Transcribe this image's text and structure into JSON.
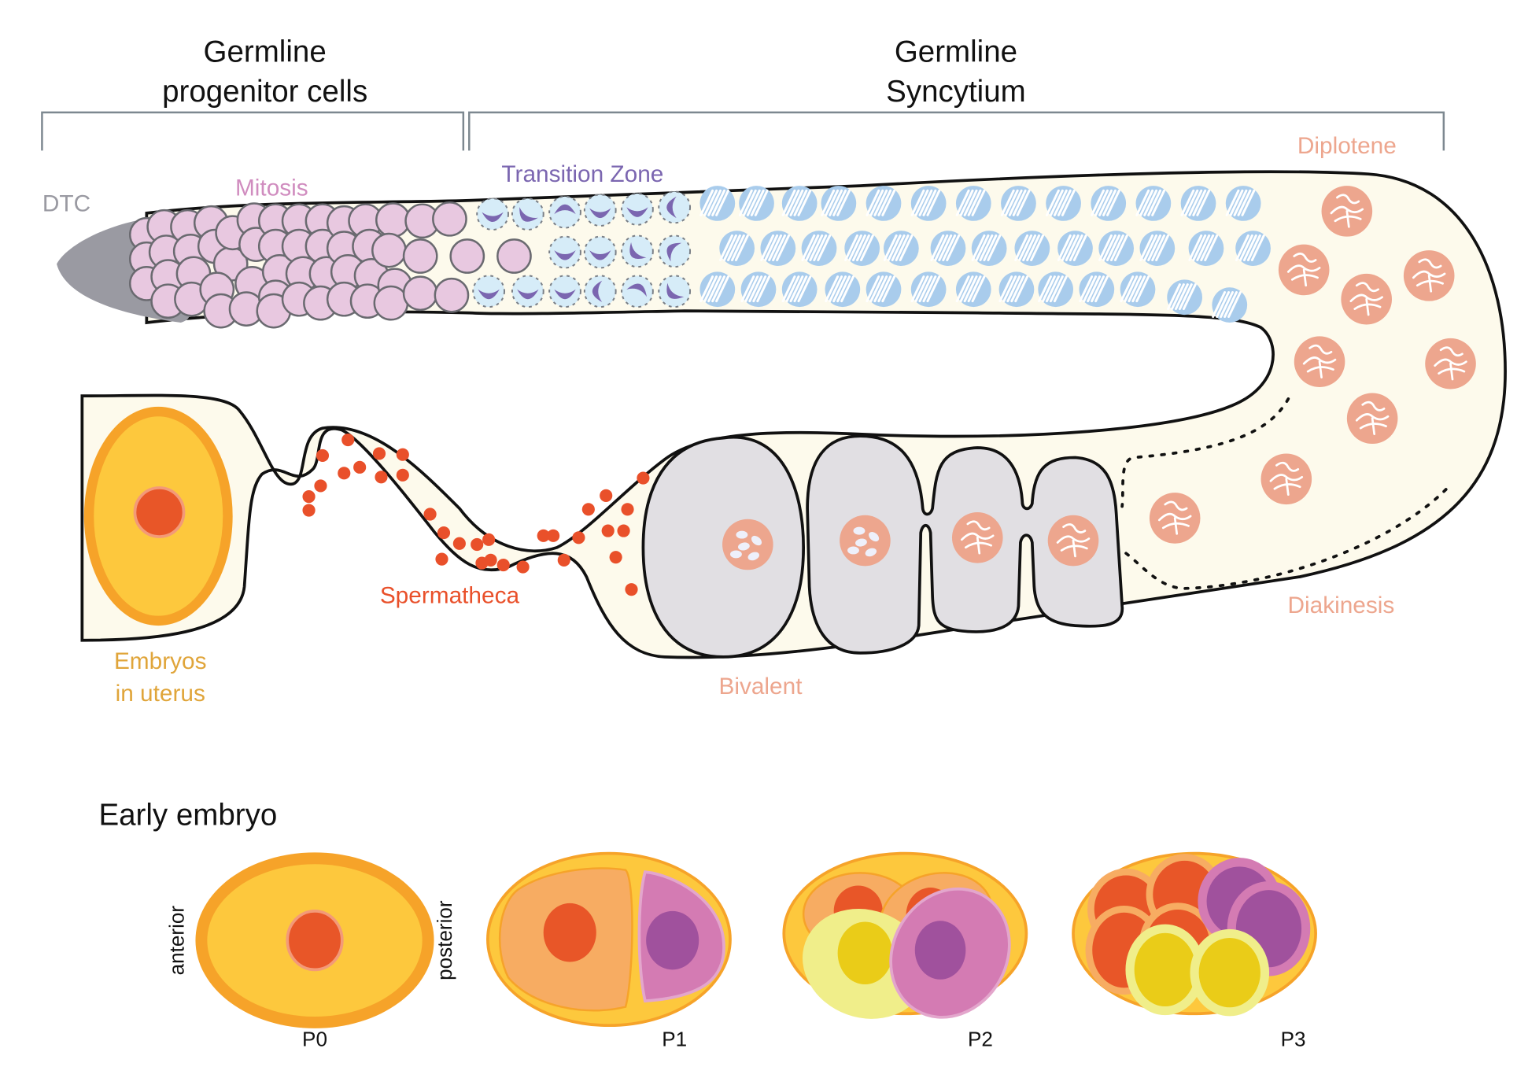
{
  "headers": {
    "progenitor": {
      "line1": "Germline",
      "line2": "progenitor cells"
    },
    "syncytium": {
      "line1": "Germline",
      "line2": "Syncytium"
    }
  },
  "labels": {
    "dtc": "DTC",
    "mitosis": "Mitosis",
    "transition_zone": "Transition Zone",
    "diplotene": "Diplotene",
    "diakinesis": "Diakinesis",
    "bivalent": "Bivalent",
    "spermatheca": "Spermatheca",
    "embryos_line1": "Embryos",
    "embryos_line2": "in uterus"
  },
  "early_embryo": {
    "title": "Early embryo",
    "axis_anterior": "anterior",
    "axis_posterior": "posterior",
    "stages": [
      "P0",
      "P1",
      "P2",
      "P3"
    ]
  },
  "colors": {
    "dtc": "#9a9aa2",
    "mitosis": "#d08cbf",
    "transition_zone": "#7b66b0",
    "pachytene": "#a9ccec",
    "diplotene": "#eda68e",
    "sperm": "#e9502a",
    "embryo": "#e8a33a",
    "oocyte": "#e1dfe3"
  }
}
